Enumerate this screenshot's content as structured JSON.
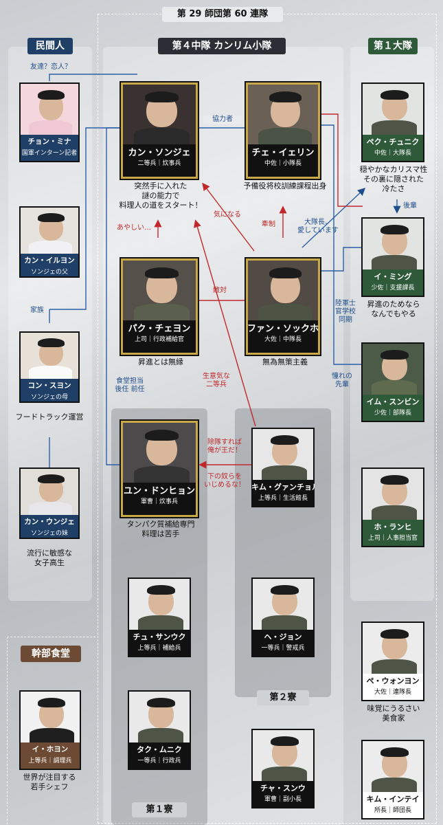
{
  "headers": {
    "division": "第 29 師団第 60 連隊",
    "civilians": "民間人",
    "platoon": "第４中隊 カンリム小隊",
    "battalion": "第１大隊",
    "mess": "幹部食堂",
    "dorm1": "第１寮",
    "dorm2": "第２寮"
  },
  "labels": {
    "friend": "友達？恋人？",
    "cooperator": "協力者",
    "family": "家族",
    "suspicious": "あやしい…",
    "interested": "気になる",
    "restraint": "牽制",
    "love": "大隊長、\n愛しています",
    "rival": "敵対",
    "classmate": "陸軍士\n官学校\n同期",
    "cocky": "生意気な\n二等兵",
    "cafeteria": "食堂担当\n後任 前任",
    "senior": "憧れの\n先輩",
    "junior": "後輩",
    "king": "除隊すれば\n俺が王だ！",
    "bully": "下の奴らを\nいじめるな！"
  },
  "people": {
    "mina": {
      "name": "チョン・ミナ",
      "role": "国軍インターン記者",
      "desc": ""
    },
    "ilyeon": {
      "name": "カン・イルヨン",
      "role": "ソンジェの父",
      "desc": ""
    },
    "suyeon": {
      "name": "コン・スヨン",
      "role": "ソンジェの母",
      "desc": "フードトラック運営"
    },
    "unje": {
      "name": "カン・ウンジェ",
      "role": "ソンジェの妹",
      "desc": "流行に敏感な\n女子高生"
    },
    "sungje": {
      "name": "カン・ソンジェ",
      "role": "二等兵｜炊事兵",
      "desc": "突然手に入れた\n謎の能力で\n料理人の道をスタート！"
    },
    "yerin": {
      "name": "チェ・イェリン",
      "role": "中佐｜小隊長",
      "desc": "予備役将校訓練課程出身"
    },
    "cheyeon": {
      "name": "パク・チェヨン",
      "role": "上司｜行政補給官",
      "desc": "昇進とは無縁"
    },
    "sokho": {
      "name": "ファン・ソックホ",
      "role": "大佐｜中隊長",
      "desc": "無為無策主義"
    },
    "donghyeon": {
      "name": "ユン・ドンヒョン",
      "role": "軍曹｜炊事兵",
      "desc": "タンパク質補給専門\n料理は苦手"
    },
    "gwancheol": {
      "name": "キム・グァンチョル",
      "role": "上等兵｜生活館長",
      "desc": ""
    },
    "saneuk": {
      "name": "チュ・サンウク",
      "role": "上等兵｜補給兵",
      "desc": ""
    },
    "hejeon": {
      "name": "ヘ・ジョン",
      "role": "一等兵｜警戒兵",
      "desc": ""
    },
    "munik": {
      "name": "タク・ムニク",
      "role": "一等兵｜行政兵",
      "desc": ""
    },
    "sunu": {
      "name": "チャ・スンウ",
      "role": "軍曹｜副小長",
      "desc": ""
    },
    "chunik": {
      "name": "ペク・チュニク",
      "role": "中佐｜大隊長",
      "desc": "穏やかなカリスマ性\nその裏に隠された\n冷たさ"
    },
    "iming": {
      "name": "イ・ミング",
      "role": "少佐｜支援課長",
      "desc": "昇進のためなら\nなんでもやる"
    },
    "sunbin": {
      "name": "イム・スンビン",
      "role": "少佐｜部隊長",
      "desc": ""
    },
    "ranhi": {
      "name": "ホ・ランヒ",
      "role": "上司｜人事担当官",
      "desc": ""
    },
    "wonyeon": {
      "name": "ペ・ウォンヨン",
      "role": "大佐｜連隊長",
      "desc": "味覚にうるさい\n美食家"
    },
    "intei": {
      "name": "キム・インテイ",
      "role": "所長｜師団長",
      "desc": ""
    },
    "hoyeon": {
      "name": "イ・ホヨン",
      "role": "上等兵｜調理兵",
      "desc": "世界が注目する\n若手シェフ"
    }
  }
}
